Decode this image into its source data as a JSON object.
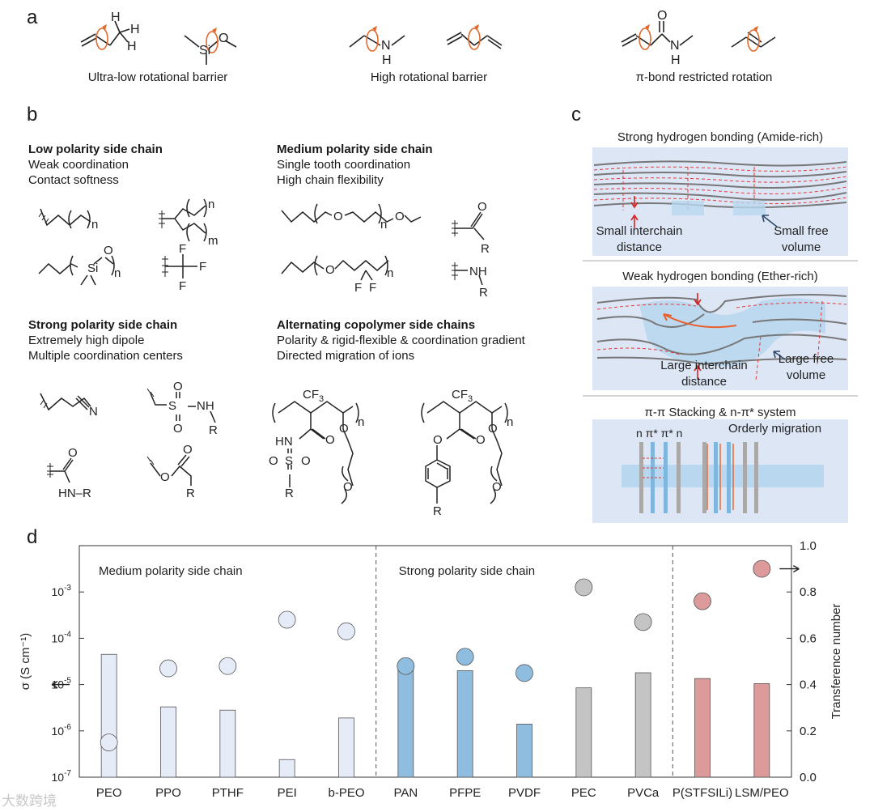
{
  "panel_a": {
    "letter": "a",
    "captions": [
      "Ultra-low rotational barrier",
      "High rotational barrier",
      "π-bond restricted rotation"
    ],
    "atom_labels": {
      "H": "H",
      "Si": "Si",
      "O": "O",
      "N": "N"
    }
  },
  "panel_b": {
    "letter": "b",
    "low": {
      "title": "Low polarity side chain",
      "line1": "Weak coordination",
      "line2": "Contact softness"
    },
    "medium": {
      "title": "Medium polarity side chain",
      "line1": "Single tooth coordination",
      "line2": "High chain flexibility"
    },
    "strong": {
      "title": "Strong polarity side chain",
      "line1": "Extremely high dipole",
      "line2": "Multiple coordination centers"
    },
    "alternating": {
      "title": "Alternating copolymer side chains",
      "line1": "Polarity & rigid-flexible & coordination gradient",
      "line2": "Directed migration of ions"
    },
    "labels": {
      "n": "n",
      "m": "m",
      "F": "F",
      "R": "R",
      "NH": "NH",
      "CF3": "CF",
      "CF3_sub": "3",
      "HN": "HN",
      "HN_R": "HN–R",
      "S": "S",
      "N": "N"
    }
  },
  "panel_c": {
    "letter": "c",
    "box1": {
      "title": "Strong hydrogen bonding (Amide-rich)",
      "label1": "Small interchain",
      "label2": "distance",
      "label3": "Small free",
      "label4": "volume"
    },
    "box2": {
      "title": "Weak hydrogen bonding (Ether-rich)",
      "label1": "Large interchain",
      "label2": "distance",
      "label3": "Large free",
      "label4": "volume"
    },
    "box3": {
      "title": "π-π Stacking & n-π* system",
      "label1": "n  π* π* n",
      "label2": "Orderly migration"
    }
  },
  "chart_data": {
    "type": "bar",
    "panel_letter": "d",
    "categories": [
      "PEO",
      "PPO",
      "PTHF",
      "PEI",
      "b-PEO",
      "PAN",
      "PFPE",
      "PVDF",
      "PEC",
      "PVCa",
      "P(STFSILi)",
      "LSM/PEO"
    ],
    "series": [
      {
        "axis": "left",
        "kind": "bar",
        "values": [
          4.5e-05,
          3.3e-06,
          2.8e-06,
          2.4e-07,
          1.9e-06,
          2.9e-05,
          2e-05,
          1.4e-06,
          8.5e-06,
          1.8e-05,
          1.35e-05,
          1.05e-05
        ]
      },
      {
        "axis": "right",
        "kind": "scatter",
        "values": [
          0.15,
          0.47,
          0.48,
          0.68,
          0.63,
          0.48,
          0.52,
          0.45,
          0.82,
          0.67,
          0.76,
          0.9
        ]
      }
    ],
    "colors": [
      "#e6ebf8",
      "#e6ebf8",
      "#e6ebf8",
      "#e6ebf8",
      "#e6ebf8",
      "#8fbddf",
      "#8fbddf",
      "#8fbddf",
      "#c4c4c4",
      "#c4c4c4",
      "#dc9a9a",
      "#dc9a9a"
    ],
    "ylabel": "σ (S cm⁻¹)",
    "y2label": "Transference number",
    "ylim": [
      1e-07,
      0.01
    ],
    "y2lim": [
      0,
      1.0
    ],
    "y_log": true,
    "y_ticks": [
      {
        "base": "10",
        "exp": "-7"
      },
      {
        "base": "10",
        "exp": "-6"
      },
      {
        "base": "10",
        "exp": "-5"
      },
      {
        "base": "10",
        "exp": "-4"
      },
      {
        "base": "10",
        "exp": "-3"
      }
    ],
    "y2_ticks": [
      "0.0",
      "0.2",
      "0.4",
      "0.6",
      "0.8",
      "1.0"
    ],
    "group_labels": [
      "Medium polarity side chain",
      "Strong polarity side chain"
    ],
    "grid": false
  },
  "watermark": "大数跨境"
}
